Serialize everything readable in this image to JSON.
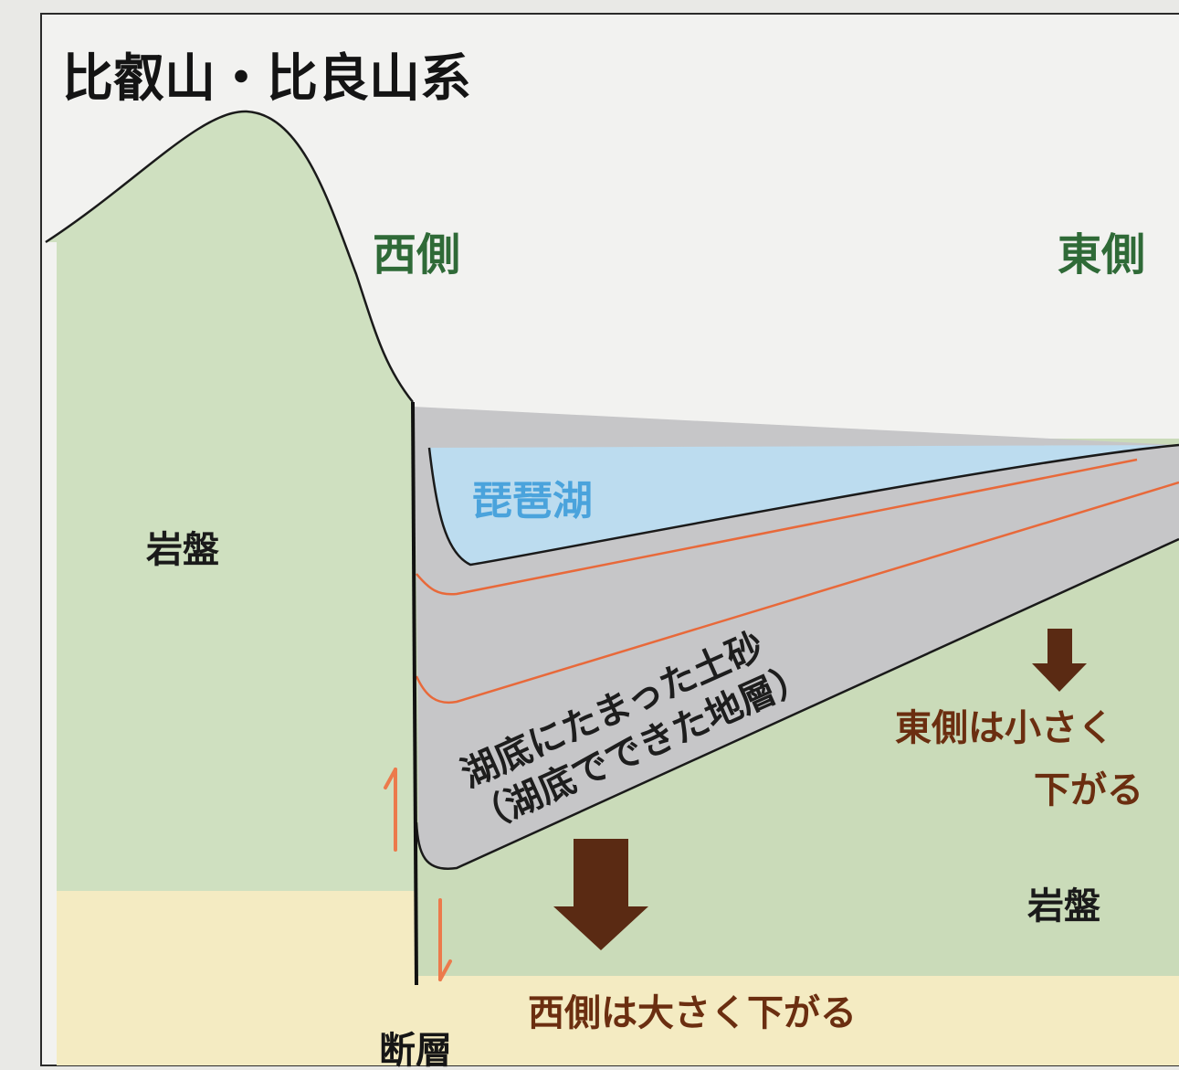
{
  "title": "比叡山・比良山系",
  "labels": {
    "west_side": "西側",
    "east_side": "東側",
    "lake": "琵琶湖",
    "bedrock_left": "岩盤",
    "bedrock_right": "岩盤",
    "sediment_line1": "湖底にたまった土砂",
    "sediment_line2": "（湖底でできた地層）",
    "east_subsides_line1": "東側は小さく",
    "east_subsides_line2": "下がる",
    "west_subsides": "西側は大さく下がる",
    "fault": "断層"
  },
  "colors": {
    "background": "#e9e9e6",
    "mountain_green": "#cfe0c0",
    "bedrock_green": "#cadbb9",
    "sand_yellow": "#f4ebc2",
    "lake_blue": "#bcdcef",
    "sediment_gray": "#c6c6c8",
    "strata_orange": "#e8693a",
    "motion_arrow_orange": "#ec7a4c",
    "subsidence_arrow_brown": "#5a2a13",
    "side_label_green": "#2f6a37",
    "lake_label_blue": "#4aa3dc",
    "subsidence_text_brown": "#6b2e10"
  },
  "icons": {
    "fault_up_arrow": "up-arrow-icon",
    "fault_down_arrow": "down-arrow-icon",
    "west_down_arrow": "big-down-arrow-icon",
    "east_down_arrow": "small-down-arrow-icon"
  }
}
